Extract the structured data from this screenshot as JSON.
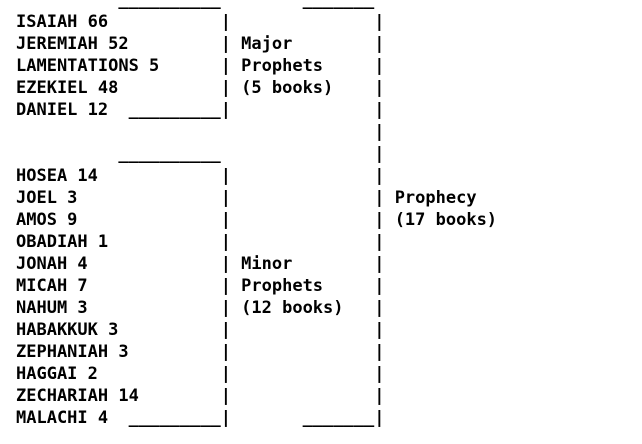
{
  "page": {
    "background": "#ffffff",
    "text_color": "#000000"
  },
  "diagram": {
    "ascii_lines": [
      "          __________        _______",
      "ISAIAH 66           |              |",
      "JEREMIAH 52         | Major        |",
      "LAMENTATIONS 5      | Prophets     |",
      "EZEKIEL 48          | (5 books)    |",
      "DANIEL 12  _________|              |",
      "                                   |",
      "          __________               |",
      "HOSEA 14            |              |",
      "JOEL 3              |              | Prophecy",
      "AMOS 9              |              | (17 books)",
      "OBADIAH 1           |              |",
      "JONAH 4             | Minor        |",
      "MICAH 7             | Prophets     |",
      "NAHUM 3             | (12 books)   |",
      "HABAKKUK 3          |              |",
      "ZEPHANIAH 3         |              |",
      "HAGGAI 2            |              |",
      "ZECHARIAH 14        |              |",
      "MALACHI 4  _________|       _______|"
    ],
    "left_column_books": {
      "major_prophets": [
        "ISAIAH 66",
        "JEREMIAH 52",
        "LAMENTATIONS 5",
        "EZEKIEL 48",
        "DANIEL 12"
      ],
      "minor_prophets": [
        "HOSEA 14",
        "JOEL 3",
        "AMOS 9",
        "OBADIAH 1",
        "JONAH 4",
        "MICAH 7",
        "NAHUM 3",
        "HABAKKUK 3",
        "ZEPHANIAH 3",
        "HAGGAI 2",
        "ZECHARIAH 14",
        "MALACHI 4"
      ]
    },
    "bracket_labels": {
      "major": [
        "Major",
        "Prophets",
        "(5 books)"
      ],
      "minor": [
        "Minor",
        "Prophets",
        "(12 books)"
      ],
      "combined": [
        "Prophecy",
        "(17 books)"
      ]
    }
  }
}
